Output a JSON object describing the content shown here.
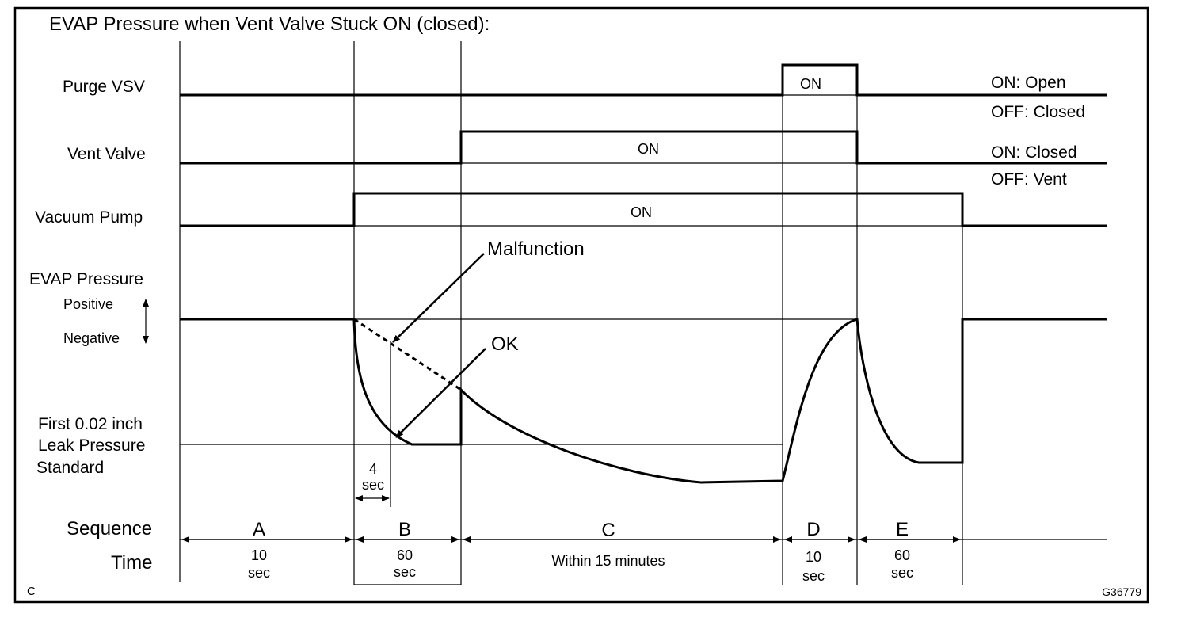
{
  "title": "EVAP Pressure when Vent Valve Stuck ON (closed):",
  "signals": {
    "purge_vsv": {
      "label": "Purge VSV",
      "on_label": "ON",
      "legend_on": "ON: Open",
      "legend_off": "OFF: Closed"
    },
    "vent_valve": {
      "label": "Vent Valve",
      "on_label": "ON",
      "legend_on": "ON: Closed",
      "legend_off": "OFF: Vent"
    },
    "vacuum_pump": {
      "label": "Vacuum Pump",
      "on_label": "ON"
    }
  },
  "pressure": {
    "label": "EVAP Pressure",
    "positive": "Positive",
    "negative": "Negative",
    "standard_line1": "First 0.02 inch",
    "standard_line2": "Leak Pressure",
    "standard_line3": "Standard",
    "malfunction": "Malfunction",
    "ok": "OK",
    "interval_num": "4",
    "interval_unit": "sec"
  },
  "sequence_label": "Sequence",
  "time_label": "Time",
  "phases": [
    {
      "letter": "A",
      "time1": "10",
      "time2": "sec"
    },
    {
      "letter": "B",
      "time1": "60",
      "time2": "sec"
    },
    {
      "letter": "C",
      "time1": "Within 15 minutes",
      "time2": ""
    },
    {
      "letter": "D",
      "time1": "10",
      "time2": "sec"
    },
    {
      "letter": "E",
      "time1": "60",
      "time2": "sec"
    }
  ],
  "corner_left": "C",
  "figure_id": "G36779"
}
